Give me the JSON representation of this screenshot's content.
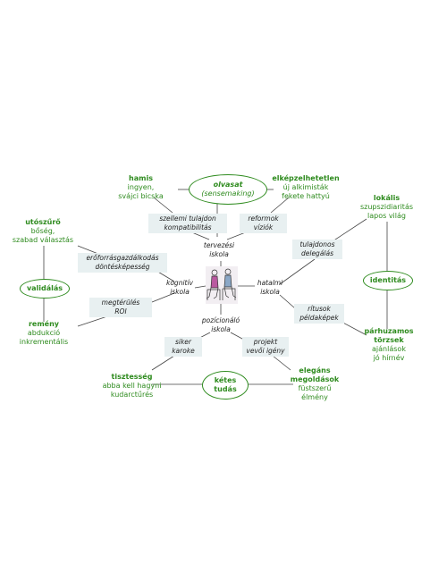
{
  "ovals": {
    "olvasat": {
      "line1": "olvasat",
      "line2": "(sensemaking)"
    },
    "validalas": {
      "line1": "validálás"
    },
    "identitas": {
      "line1": "identitás"
    },
    "ketes": {
      "line1": "kétes",
      "line2": "tudás"
    }
  },
  "green_nodes": {
    "hamis": {
      "head": "hamis",
      "lines": [
        "ingyen,",
        "svájci bicska"
      ]
    },
    "elkepzelhetetlen": {
      "head": "elképzelhetetlen",
      "lines": [
        "új alkimisták",
        "fekete hattyú"
      ]
    },
    "lokalis": {
      "head": "lokális",
      "lines": [
        "szupszidiaritás",
        "lapos világ"
      ]
    },
    "utoszuro": {
      "head": "utószűrő",
      "lines": [
        "bőség,",
        "szabad választás"
      ]
    },
    "remeny": {
      "head": "remény",
      "lines": [
        "abdukció",
        "inkrementális"
      ]
    },
    "parhuzamos": {
      "head": "párhuzamos",
      "head2": "törzsek",
      "lines": [
        "ajánlások",
        "jó hírnév"
      ]
    },
    "tisztesseg": {
      "head": "tisztesség",
      "lines": [
        "abba kell hagyni",
        "kudarctűrés"
      ]
    },
    "elegans": {
      "head": "elegáns",
      "head2": "megoldások",
      "lines": [
        "füstszerű",
        "élmény"
      ]
    }
  },
  "boxes": {
    "szellemi": [
      "szellemi tulajdon",
      "kompatibilitás"
    ],
    "reformok": [
      "reformok",
      "víziók"
    ],
    "tulajdonos": [
      "tulajdonos",
      "delegálás"
    ],
    "eroforras": [
      "erőforrásgazdálkodás",
      "döntésképesség"
    ],
    "megterules": [
      "megtérülés",
      "ROI"
    ],
    "ritusok": [
      "rítusok",
      "példaképek"
    ],
    "siker": [
      "siker",
      "karoke"
    ],
    "projekt": [
      "projekt",
      "vevői igény"
    ]
  },
  "schools": {
    "tervezesi": [
      "tervezési",
      "iskola"
    ],
    "kognitiv": [
      "kognitív",
      "iskola"
    ],
    "hatalmi": [
      "hatalmi",
      "iskola"
    ],
    "pozicionalo": [
      "pozícionáló",
      "iskola"
    ]
  },
  "colors": {
    "green": "#2e8b1e",
    "box_bg": "#e8f0f1",
    "line": "#333333"
  },
  "icons": {
    "center": "people-sitting-illustration"
  }
}
